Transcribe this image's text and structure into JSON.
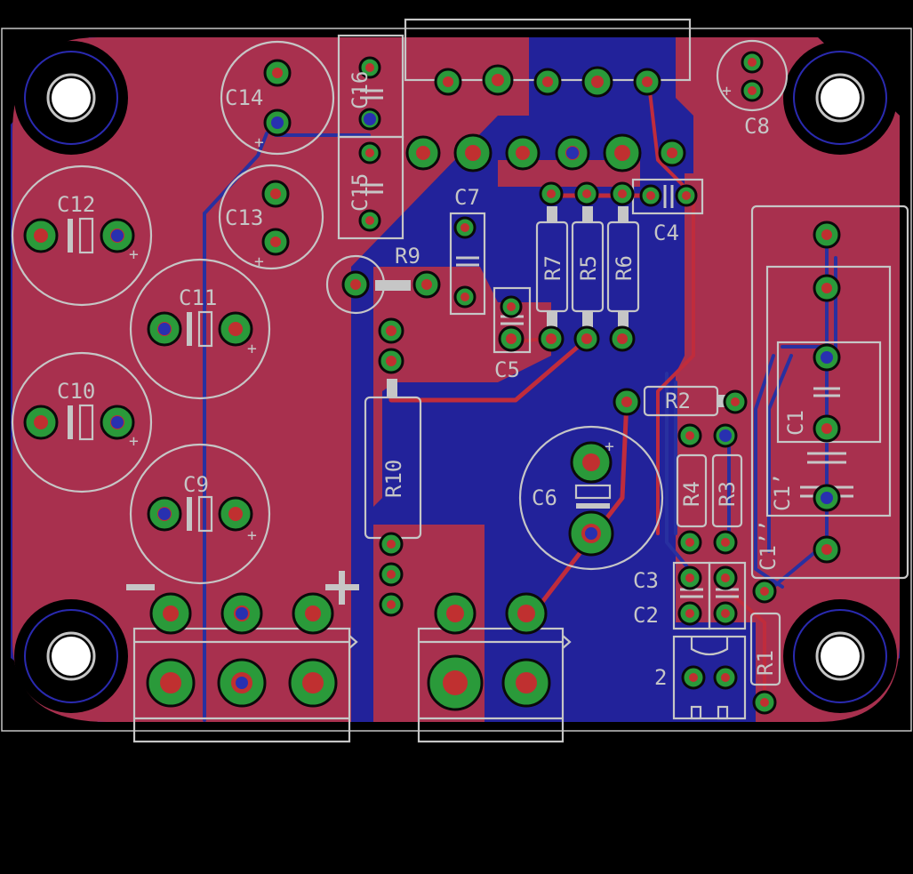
{
  "colors": {
    "background": "#000000",
    "copper_top": "#a8304e",
    "copper_bottom": "#22229a",
    "pad": "#2a9a3a",
    "drill": "#c03030",
    "silkscreen": "#c6c6c6"
  },
  "labels": {
    "C14": "C14",
    "C16": "C16",
    "C15": "C15",
    "C13": "C13",
    "C12": "C12",
    "C11": "C11",
    "C10": "C10",
    "C9": "C9",
    "C8": "C8",
    "C7": "C7",
    "C4": "C4",
    "C5": "C5",
    "C6": "C6",
    "C1": "C1",
    "C1p": "C1’",
    "C1pp": "C1’’",
    "C2": "C2",
    "C3": "C3",
    "R1": "R1",
    "R2": "R2",
    "R3": "R3",
    "R4": "R4",
    "R5": "R5",
    "R6": "R6",
    "R7": "R7",
    "R9": "R9",
    "R10": "R10",
    "pin2": "2",
    "minus": "−",
    "plus": "+"
  }
}
